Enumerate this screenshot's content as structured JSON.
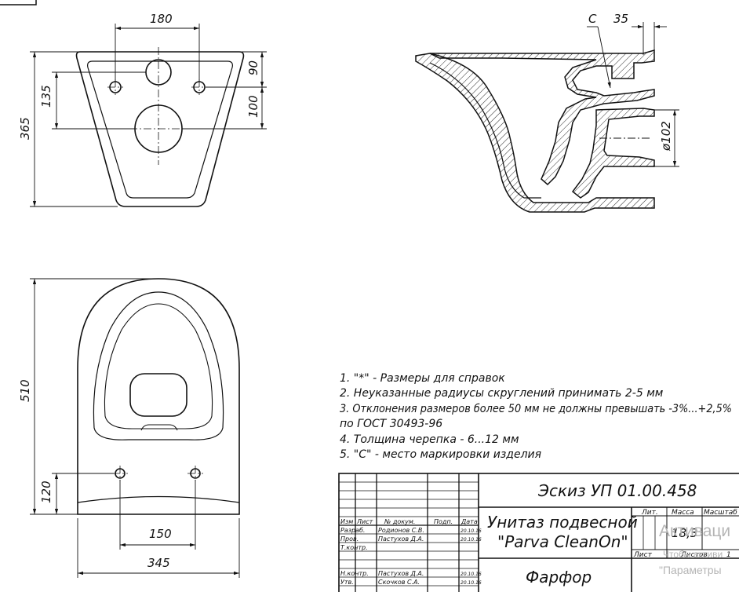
{
  "dims": {
    "top_width": "180",
    "top_height": "365",
    "top_hole_spacing": "135",
    "top_90": "90",
    "top_100": "100",
    "side_c": "C",
    "side_35": "35",
    "side_d102": "ø102",
    "plan_height": "510",
    "plan_120": "120",
    "plan_150": "150",
    "plan_width": "345"
  },
  "notes": [
    "1. \"*\" - Размеры для справок",
    "2. Неуказанные радиусы скруглений принимать 2-5 мм",
    "3. Отклонения размеров более 50 мм не должны превышать -3%...+2,5%",
    "по ГОСТ 30493-96",
    "4. Толщина черепка - 6...12 мм",
    "5. \"С\" - место маркировки изделия"
  ],
  "title_block": {
    "doc_code": "Эскиз УП 01.00.458",
    "name_line1": "Унитаз подвесной",
    "name_line2": "\"Parva CleanOn\"",
    "material": "Фарфор",
    "col_headers": [
      "Изм",
      "Лист",
      "№ докум.",
      "Подп.",
      "Дата"
    ],
    "rows": [
      {
        "role": "Разраб.",
        "name": "Родионов С.В.",
        "date": "20.10.16"
      },
      {
        "role": "Пров.",
        "name": "Пастухов Д.А.",
        "date": "20.10.16"
      },
      {
        "role": "Т.контр.",
        "name": "",
        "date": ""
      },
      {
        "role": "Н.контр.",
        "name": "Пастухов Д.А.",
        "date": "20.10.16"
      },
      {
        "role": "Утв.",
        "name": "Скочков С.А.",
        "date": "20.10.16"
      }
    ],
    "lit_label": "Лит.",
    "mass_label": "Масса",
    "scale_label": "Масштаб",
    "mass_value": "18,3",
    "sheet_label": "Лист",
    "sheets_label": "Листов",
    "sheets_value": "1"
  },
  "watermark": {
    "line1": "Активаци",
    "line2": "Чтобы активи",
    "line3": "\"Параметры"
  }
}
